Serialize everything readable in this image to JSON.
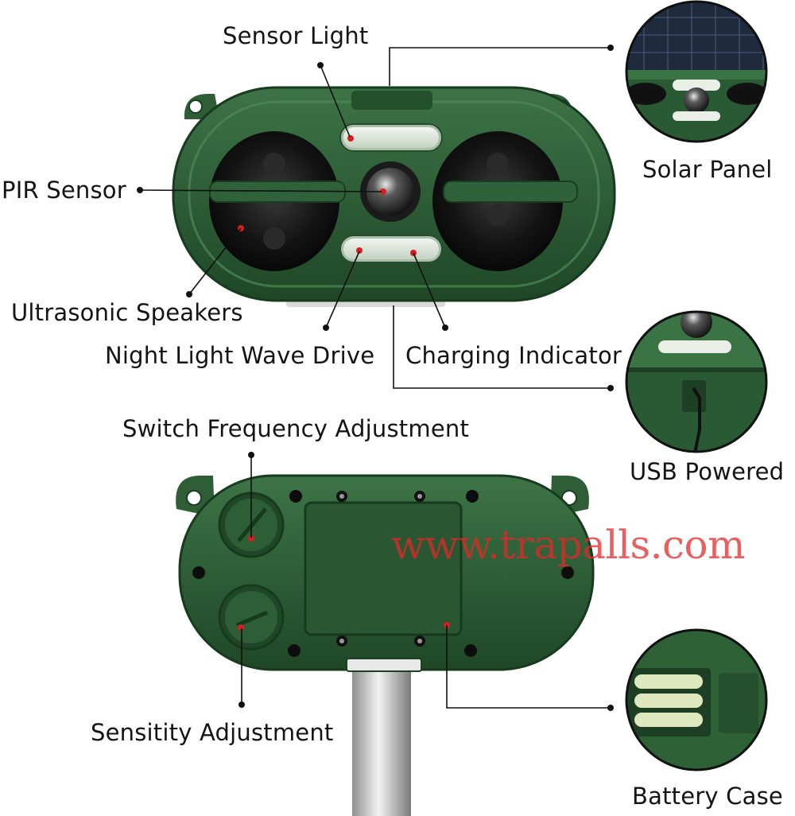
{
  "labels": {
    "sensor_light": "Sensor Light",
    "pir_sensor": "PIR Sensor",
    "ultrasonic_speakers": "Ultrasonic Speakers",
    "night_light_wave_drive": "Night Light Wave Drive",
    "charging_indicator": "Charging Indicator",
    "solar_panel": "Solar Panel",
    "usb_powered": "USB Powered",
    "switch_frequency_adjustment": "Switch Frequency Adjustment",
    "sensitivity_adjustment": "Sensitity Adjustment",
    "battery_case": "Battery Case"
  },
  "watermark": "www.trapalls.com",
  "colors": {
    "device_green": "#2c5a34",
    "device_dark_green": "#1d3f24",
    "indicator_red": "#d42020",
    "watermark_red": "#e22828"
  }
}
